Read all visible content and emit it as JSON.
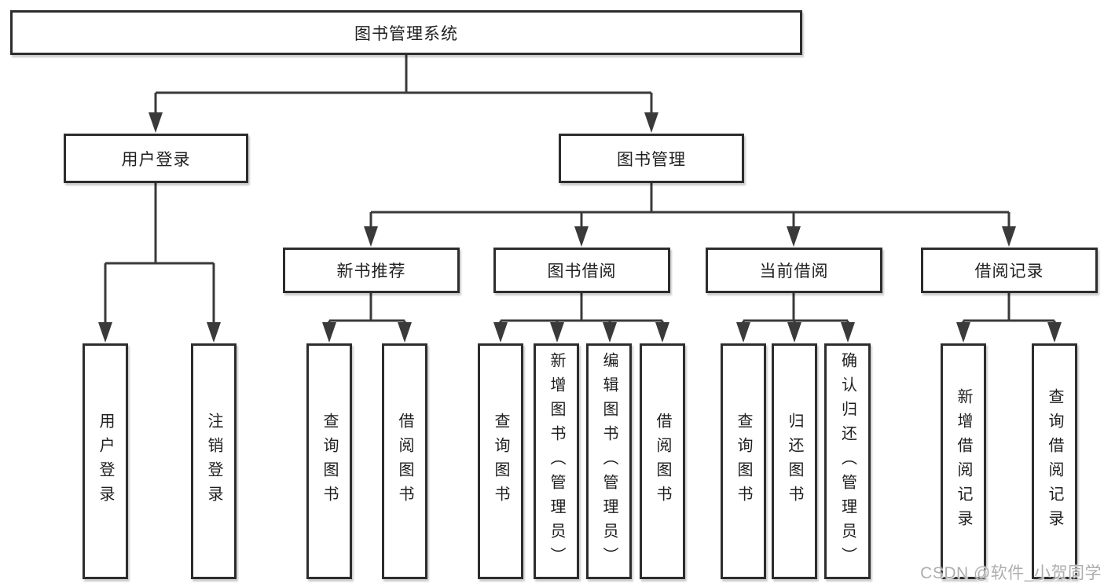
{
  "diagram": {
    "root": {
      "label": "图书管理系统",
      "children": [
        {
          "label": "用户登录",
          "children": [
            {
              "label": "用户登录"
            },
            {
              "label": "注销登录"
            }
          ]
        },
        {
          "label": "图书管理",
          "children": [
            {
              "label": "新书推荐",
              "children": [
                {
                  "label": "查询图书"
                },
                {
                  "label": "借阅图书"
                }
              ]
            },
            {
              "label": "图书借阅",
              "children": [
                {
                  "label": "查询图书"
                },
                {
                  "label": "新增图书（管理员）"
                },
                {
                  "label": "编辑图书（管理员）"
                },
                {
                  "label": "借阅图书"
                }
              ]
            },
            {
              "label": "当前借阅",
              "children": [
                {
                  "label": "查询图书"
                },
                {
                  "label": "归还图书"
                },
                {
                  "label": "确认归还（管理员）"
                }
              ]
            },
            {
              "label": "借阅记录",
              "children": [
                {
                  "label": "新增借阅记录"
                },
                {
                  "label": "查询借阅记录"
                }
              ]
            }
          ]
        }
      ]
    }
  },
  "watermark": {
    "text": "CSDN @软件_小贺同学"
  },
  "colors": {
    "background": "#ffffff",
    "line": "#3a3a3a",
    "box_border": "#2d2d2d",
    "text": "#1f1f1f",
    "watermark": "#aeaeae"
  }
}
